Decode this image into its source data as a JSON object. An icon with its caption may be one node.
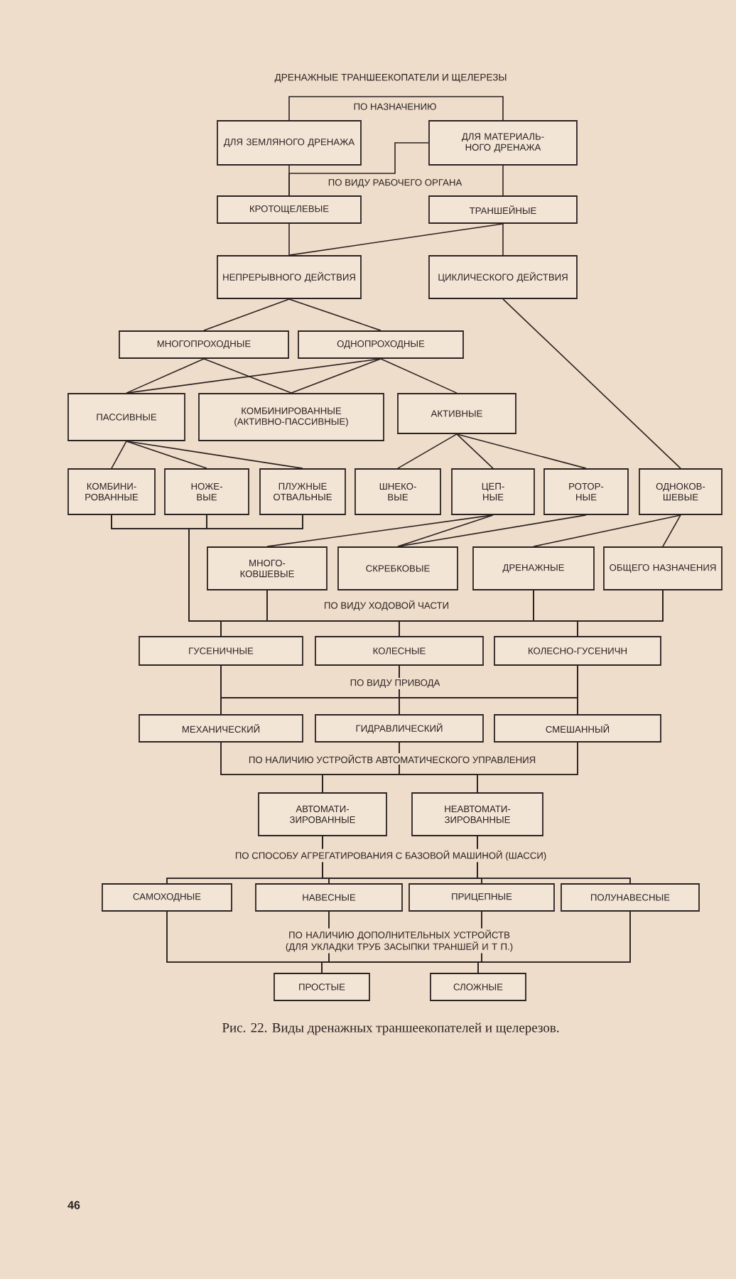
{
  "diagram": {
    "title": "ДРЕНАЖНЫЕ ТРАНШЕЕКОПАТЕЛИ И ЩЕЛЕРЕЗЫ",
    "caption": "Рис. 22. Виды дренажных траншеекопателей и щелерезов.",
    "nodes": [
      {
        "text": [
          "ДЛЯ ЗЕМЛЯНОГО ДРЕНАЖА"
        ]
      },
      {
        "text": [
          "ДЛЯ МАТЕРИАЛЬ- НОГО ДРЕНАЖА"
        ]
      },
      {
        "text": [
          "КРОТОЩЕЛЕВЫЕ"
        ]
      },
      {
        "text": [
          "ТРАНШЕЙНЫЕ"
        ]
      },
      {
        "text": [
          "НЕПРЕРЫВНОГО ДЕЙСТВИЯ"
        ]
      },
      {
        "text": [
          "ЦИКЛИЧЕСКОГО ДЕЙСТВИЯ"
        ]
      },
      {
        "text": [
          "МНОГОПРОХОДНЫЕ"
        ]
      },
      {
        "text": [
          "ОДНОПРОХОДНЫЕ"
        ]
      },
      {
        "text": [
          "ПАССИВНЫЕ"
        ]
      },
      {
        "text": [
          "КОМБИНИРОВАННЫЕ (АКТИВНО-ПАССИВНЫЕ)"
        ]
      },
      {
        "text": [
          "АКТИВНЫЕ"
        ]
      },
      {
        "text": [
          "КОМБИНИ- РОВАННЫЕ"
        ]
      },
      {
        "text": [
          "НОЖЕ- ВЫЕ"
        ]
      },
      {
        "text": [
          "ПЛУЖНЫЕ ОТВАЛЬНЫЕ"
        ]
      },
      {
        "text": [
          "ШНЕКО- ВЫЕ"
        ]
      },
      {
        "text": [
          "ЦЕП- НЫЕ"
        ]
      },
      {
        "text": [
          "РОТОР- НЫЕ"
        ]
      },
      {
        "text": [
          "ОДНОКОВ- ШЕВЫЕ"
        ]
      },
      {
        "text": [
          "МНОГО- КОВШЕВЫЕ"
        ]
      },
      {
        "text": [
          "СКРЕБКОВЫЕ"
        ]
      },
      {
        "text": [
          "ДРЕНАЖНЫЕ"
        ]
      },
      {
        "text": [
          "ОБЩЕГО НАЗНАЧЕНИЯ"
        ]
      },
      {
        "text": [
          "ГУСЕНИЧНЫЕ"
        ]
      },
      {
        "text": [
          "КОЛЕСНЫЕ"
        ]
      },
      {
        "text": [
          "КОЛЕСНО-ГУСЕНИЧН"
        ]
      },
      {
        "text": [
          "МЕХАНИЧЕСКИЙ"
        ]
      },
      {
        "text": [
          "ГИДРАВЛИЧЕСКИЙ"
        ]
      },
      {
        "text": [
          "СМЕШАННЫЙ"
        ]
      },
      {
        "text": [
          "АВТОМАТИ- ЗИРОВАННЫЕ"
        ]
      },
      {
        "text": [
          "НЕАВТОМАТИ- ЗИРОВАННЫЕ"
        ]
      },
      {
        "text": [
          "САМОХОДНЫЕ"
        ]
      },
      {
        "text": [
          "НАВЕСНЫЕ"
        ]
      },
      {
        "text": [
          "ПРИЦЕПНЫЕ"
        ]
      },
      {
        "text": [
          "ПОЛУНАВЕСНЫЕ"
        ]
      },
      {
        "text": [
          "ПРОСТЫЕ"
        ]
      },
      {
        "text": [
          "СЛОЖНЫЕ"
        ]
      }
    ],
    "edges": [
      {
        "from": 0,
        "to": 1,
        "arrow": "none"
      },
      {
        "from": 0,
        "to": 2,
        "arrow": "none"
      },
      {
        "from": 1,
        "to": 2,
        "arrow": "none"
      },
      {
        "from": 1,
        "to": 3,
        "arrow": "none"
      },
      {
        "from": 2,
        "to": 4,
        "arrow": "none"
      },
      {
        "from": 3,
        "to": 4,
        "arrow": "none"
      },
      {
        "from": 3,
        "to": 5,
        "arrow": "none"
      },
      {
        "from": 4,
        "to": 6,
        "arrow": "none"
      },
      {
        "from": 4,
        "to": 7,
        "arrow": "none"
      },
      {
        "from": 5,
        "to": 17,
        "arrow": "none"
      },
      {
        "from": 6,
        "to": 8,
        "arrow": "none"
      },
      {
        "from": 6,
        "to": 9,
        "arrow": "none"
      },
      {
        "from": 7,
        "to": 8,
        "arrow": "none"
      },
      {
        "from": 7,
        "to": 9,
        "arrow": "none"
      },
      {
        "from": 7,
        "to": 10,
        "arrow": "none"
      },
      {
        "from": 8,
        "to": 11,
        "arrow": "none"
      },
      {
        "from": 8,
        "to": 12,
        "arrow": "none"
      },
      {
        "from": 8,
        "to": 13,
        "arrow": "none"
      },
      {
        "from": 10,
        "to": 14,
        "arrow": "none"
      },
      {
        "from": 10,
        "to": 15,
        "arrow": "none"
      },
      {
        "from": 10,
        "to": 16,
        "arrow": "none"
      },
      {
        "from": 15,
        "to": 18,
        "arrow": "none"
      },
      {
        "from": 15,
        "to": 19,
        "arrow": "none"
      },
      {
        "from": 16,
        "to": 19,
        "arrow": "none"
      },
      {
        "from": 17,
        "to": 20,
        "arrow": "none"
      },
      {
        "from": 17,
        "to": 21,
        "arrow": "none"
      },
      {
        "from": 11,
        "to": 22,
        "arrow": "none"
      },
      {
        "from": 11,
        "to": 23,
        "arrow": "none"
      },
      {
        "from": 11,
        "to": 24,
        "arrow": "none"
      },
      {
        "from": 12,
        "to": 22,
        "arrow": "none"
      },
      {
        "from": 12,
        "to": 23,
        "arrow": "none"
      },
      {
        "from": 12,
        "to": 24,
        "arrow": "none"
      },
      {
        "from": 13,
        "to": 22,
        "arrow": "none"
      },
      {
        "from": 13,
        "to": 23,
        "arrow": "none"
      },
      {
        "from": 13,
        "to": 24,
        "arrow": "none"
      },
      {
        "from": 18,
        "to": 22,
        "arrow": "none"
      },
      {
        "from": 18,
        "to": 23,
        "arrow": "none"
      },
      {
        "from": 18,
        "to": 24,
        "arrow": "none"
      },
      {
        "from": 20,
        "to": 22,
        "arrow": "none"
      },
      {
        "from": 20,
        "to": 23,
        "arrow": "none"
      },
      {
        "from": 20,
        "to": 24,
        "arrow": "none"
      },
      {
        "from": 21,
        "to": 22,
        "arrow": "none"
      },
      {
        "from": 21,
        "to": 23,
        "arrow": "none"
      },
      {
        "from": 21,
        "to": 24,
        "arrow": "none"
      },
      {
        "from": 22,
        "to": 25,
        "arrow": "none"
      },
      {
        "from": 22,
        "to": 26,
        "arrow": "none"
      },
      {
        "from": 22,
        "to": 27,
        "arrow": "none"
      },
      {
        "from": 23,
        "to": 25,
        "arrow": "none"
      },
      {
        "from": 23,
        "to": 26,
        "arrow": "none"
      },
      {
        "from": 23,
        "to": 27,
        "arrow": "none"
      },
      {
        "from": 24,
        "to": 25,
        "arrow": "none"
      },
      {
        "from": 24,
        "to": 26,
        "arrow": "none"
      },
      {
        "from": 24,
        "to": 27,
        "arrow": "none"
      },
      {
        "from": 25,
        "to": 28,
        "arrow": "none"
      },
      {
        "from": 25,
        "to": 29,
        "arrow": "none"
      },
      {
        "from": 26,
        "to": 28,
        "arrow": "none"
      },
      {
        "from": 26,
        "to": 29,
        "arrow": "none"
      },
      {
        "from": 27,
        "to": 28,
        "arrow": "none"
      },
      {
        "from": 27,
        "to": 29,
        "arrow": "none"
      },
      {
        "from": 28,
        "to": 30,
        "arrow": "none"
      },
      {
        "from": 28,
        "to": 31,
        "arrow": "none"
      },
      {
        "from": 28,
        "to": 32,
        "arrow": "none"
      },
      {
        "from": 28,
        "to": 33,
        "arrow": "none"
      },
      {
        "from": 29,
        "to": 30,
        "arrow": "none"
      },
      {
        "from": 29,
        "to": 31,
        "arrow": "none"
      },
      {
        "from": 29,
        "to": 32,
        "arrow": "none"
      },
      {
        "from": 29,
        "to": 33,
        "arrow": "none"
      },
      {
        "from": 30,
        "to": 34,
        "arrow": "none"
      },
      {
        "from": 30,
        "to": 35,
        "arrow": "none"
      },
      {
        "from": 31,
        "to": 34,
        "arrow": "none"
      },
      {
        "from": 31,
        "to": 35,
        "arrow": "none"
      },
      {
        "from": 32,
        "to": 34,
        "arrow": "none"
      },
      {
        "from": 32,
        "to": 35,
        "arrow": "none"
      },
      {
        "from": 33,
        "to": 34,
        "arrow": "none"
      },
      {
        "from": 33,
        "to": 35,
        "arrow": "none"
      }
    ],
    "labels": [
      "ПО НАЗНАЧЕНИЮ",
      "ПО ВИДУ РАБОЧЕГО ОРГАНА",
      "ПО ВИДУ ХОДОВОЙ ЧАСТИ",
      "ПО ВИДУ ПРИВОДА",
      "ПО НАЛИЧИЮ УСТРОЙСТВ АВТОМАТИЧЕСКОГО УПРАВЛЕНИЯ",
      "ПО СПОСОБУ АГРЕГАТИРОВАНИЯ С БАЗОВОЙ МАШИНОЙ (ШАССИ)",
      "ПО НАЛИЧИЮ ДОПОЛНИТЕЛЬНЫХ УСТРОЙСТВ (ДЛЯ УКЛАДКИ ТРУБ ЗАСЫПКИ ТРАНШЕЙ И Т П.)",
      "46"
    ]
  }
}
